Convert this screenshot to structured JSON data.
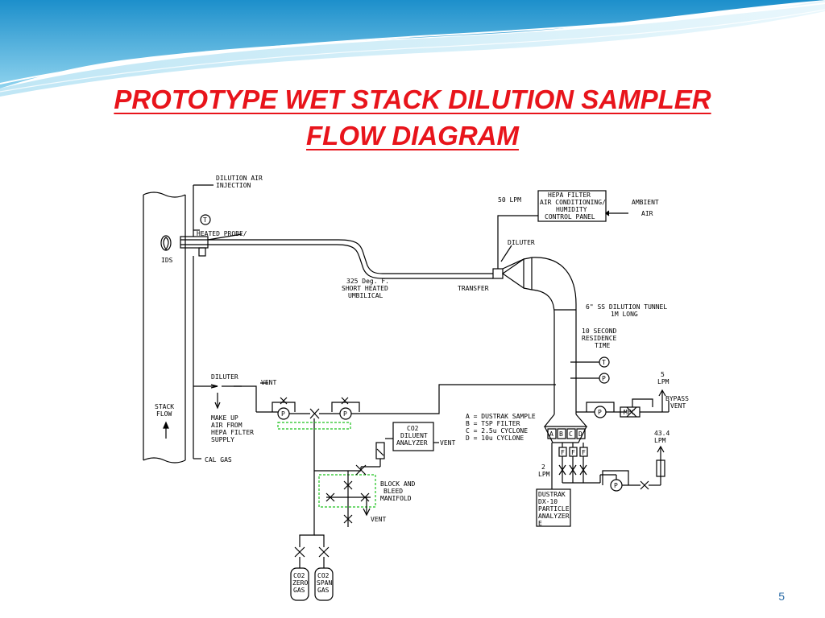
{
  "slide": {
    "title_line1": "PROTOTYPE WET STACK DILUTION SAMPLER",
    "title_line2": "FLOW DIAGRAM",
    "page_number": "5"
  },
  "diagram": {
    "labels": {
      "dilution_air_1": "DILUTION AIR",
      "dilution_air_2": "INJECTION",
      "heated_probe": "HEATED PROBE/",
      "ids": "IDS",
      "stack_flow_1": "STACK",
      "stack_flow_2": "FLOW",
      "umbilical_1": "325 Deg. F.",
      "umbilical_2": "SHORT HEATED",
      "umbilical_3": "UMBILICAL",
      "transfer": "TRANSFER",
      "lpm_50": "50 LPM",
      "hepa_1": "HEPA FILTER",
      "hepa_2": "AIR CONDITIONING/",
      "hepa_3": "HUMIDITY",
      "hepa_4": "CONTROL PANEL",
      "ambient_1": "AMBIENT",
      "ambient_2": "AIR",
      "diluter_top": "DILUTER",
      "tunnel_1": "6\" SS DILUTION TUNNEL",
      "tunnel_2": "1M LONG",
      "residence_1": "10 SECOND",
      "residence_2": "RESIDENCE",
      "residence_3": "TIME",
      "diluter_left": "DILUTER",
      "vent_1": "VENT",
      "makeup_1": "MAKE UP",
      "makeup_2": "AIR FROM",
      "makeup_3": "HEPA FILTER",
      "makeup_4": "SUPPLY",
      "cal_gas": "CAL GAS",
      "co2_analyzer_1": "CO2",
      "co2_analyzer_2": "DILUENT",
      "co2_analyzer_3": "ANALYZER",
      "vent_2": "VENT",
      "block_1": "BLOCK AND",
      "block_2": "BLEED",
      "block_3": "MANIFOLD",
      "vent_3": "VENT",
      "zero_1": "CO2",
      "zero_2": "ZERO",
      "zero_3": "GAS",
      "span_1": "CO2",
      "span_2": "SPAN",
      "span_3": "GAS",
      "legend_a": "A = DUSTRAK SAMPLE",
      "legend_b": "B = TSP FILTER",
      "legend_c": "C = 2.5u CYCLONE",
      "legend_d": "D = 10u CYCLONE",
      "lpm_5_1": "5",
      "lpm_5_2": "LPM",
      "bypass_1": "BYPASS",
      "bypass_2": "VENT",
      "lpm_434_1": "43.4",
      "lpm_434_2": "LPM",
      "lpm_2_1": "2",
      "lpm_2_2": "LPM",
      "dustrak_1": "DUSTRAK",
      "dustrak_2": "DX-10",
      "dustrak_3": "PARTICLE",
      "dustrak_4": "ANALYZER",
      "dustrak_5": "E",
      "mfc": "MFC",
      "t": "T",
      "p": "P",
      "f": "F",
      "a": "A",
      "b": "B",
      "c": "C",
      "d": "D"
    }
  },
  "colors": {
    "title": "#e8141b",
    "manifold_outline": "#1fc21f",
    "wave_blue": "#2fa3d6",
    "page_number": "#2f6fa8"
  }
}
